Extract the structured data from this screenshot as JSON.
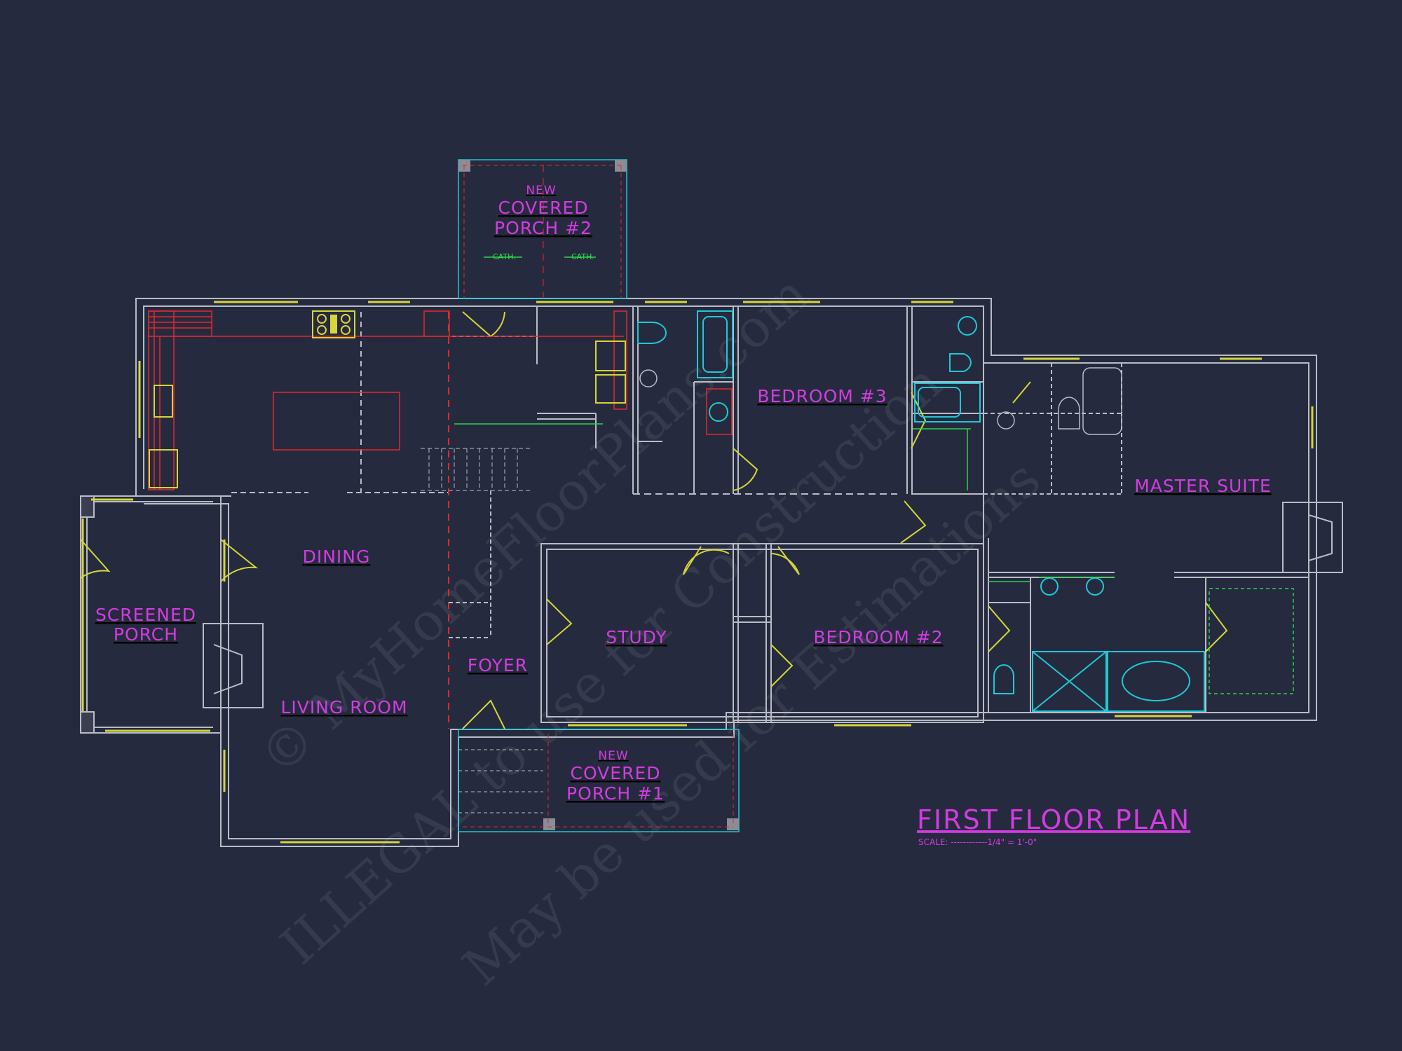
{
  "plan": {
    "title": "FIRST FLOOR PLAN",
    "scale": "SCALE: ------------1/4\" = 1'-0\"",
    "colors": {
      "background": "#262a3e",
      "walls": "#b9bcc6",
      "windows": "#d4d63a",
      "labels": "#d23ce0",
      "cabinets": "#e0292f",
      "fixtures": "#1ec8d6",
      "hidden": "#2ed14a"
    },
    "rooms": {
      "covered_porch_2": {
        "line1": "NEW",
        "line2": "COVERED",
        "line3": "PORCH #2"
      },
      "covered_porch_1": {
        "line1": "NEW",
        "line2": "COVERED",
        "line3": "PORCH #1"
      },
      "bedroom_3": "BEDROOM #3",
      "bedroom_2": "BEDROOM #2",
      "master_suite": "MASTER SUITE",
      "dining": "DINING",
      "screened_porch": {
        "line1": "SCREENED",
        "line2": "PORCH"
      },
      "study": "STUDY",
      "foyer": "FOYER",
      "living_room": "LIVING ROOM"
    },
    "annotations": {
      "cath_left": "CATH.",
      "cath_right": "CATH."
    },
    "watermark": {
      "line1": "© MyHomeFloorPlans.com",
      "line2": "ILLEGAL to use for Construction",
      "line3": "May be used for Estimations"
    }
  }
}
